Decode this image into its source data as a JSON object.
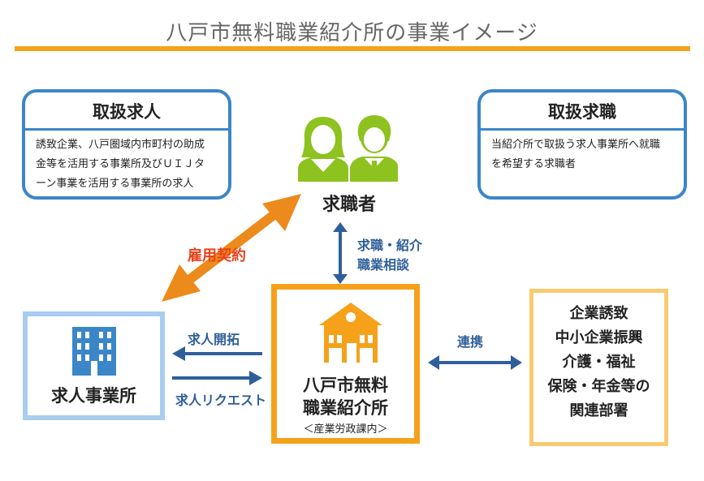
{
  "title": "八戸市無料職業紹介所の事業イメージ",
  "left_info": {
    "heading": "取扱求人",
    "lines": [
      "誘致企業、八戸圏域内市町村の助成",
      "金等を活用する事業所及びＵＩＪタ",
      "ーン事業を活用する事業所の求人"
    ]
  },
  "right_info": {
    "heading": "取扱求職",
    "lines": [
      "当紹介所で取扱う求人事業所へ就職",
      "を希望する求職者"
    ]
  },
  "job_seeker": {
    "label": "求職者",
    "icon": "people-icon"
  },
  "seeker_link": {
    "line1": "求職・紹介",
    "line2": "職業相談"
  },
  "employment_contract": "雇用契約",
  "center": {
    "line1": "八戸市無料",
    "line2": "職業紹介所",
    "sub": "＜産業労政課内＞",
    "icon": "house-icon"
  },
  "employer": {
    "label": "求人事業所",
    "icon": "building-icon"
  },
  "open_jobs": "求人開拓",
  "job_request": "求人リクエスト",
  "cooperation": "連携",
  "partners": [
    "企業誘致",
    "中小企業振興",
    "介護・福祉",
    "保険・年金等の",
    "関連部署"
  ],
  "colors": {
    "orange": "#f3a21a",
    "blue": "#3b86c8",
    "navy_arrow": "#2f5f9a",
    "green": "#8dc21f",
    "light_blue": "#a8cdef",
    "light_orange": "#f8ca71",
    "red_label": "#e7421b"
  }
}
